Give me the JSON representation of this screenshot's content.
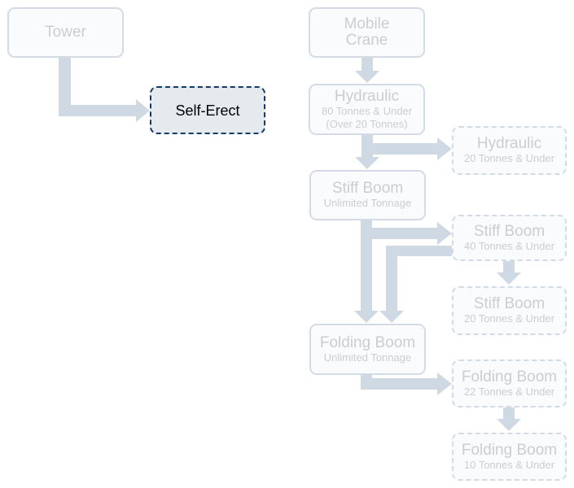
{
  "nodes": {
    "tower": {
      "title": "Tower"
    },
    "self_erect": {
      "title": "Self-Erect"
    },
    "mobile_crane": {
      "title": "Mobile Crane"
    },
    "hydraulic_80": {
      "title": "Hydraulic",
      "sub1": "80 Tonnes & Under",
      "sub2": "(Over 20 Tonnes)"
    },
    "hydraulic_20": {
      "title": "Hydraulic",
      "sub1": "20 Tonnes & Under"
    },
    "stiff_unlimited": {
      "title": "Stiff Boom",
      "sub1": "Unlimited Tonnage"
    },
    "stiff_40": {
      "title": "Stiff Boom",
      "sub1": "40 Tonnes & Under"
    },
    "stiff_20": {
      "title": "Stiff Boom",
      "sub1": "20 Tonnes & Under"
    },
    "folding_unlimited": {
      "title": "Folding Boom",
      "sub1": "Unlimited Tonnage"
    },
    "folding_22": {
      "title": "Folding Boom",
      "sub1": "22 Tonnes & Under"
    },
    "folding_10": {
      "title": "Folding Boom",
      "sub1": "10 Tonnes & Under"
    }
  },
  "colors": {
    "arrow": "#cfd9e3",
    "active_border": "#163a66",
    "active_fill": "#e5eaef"
  }
}
